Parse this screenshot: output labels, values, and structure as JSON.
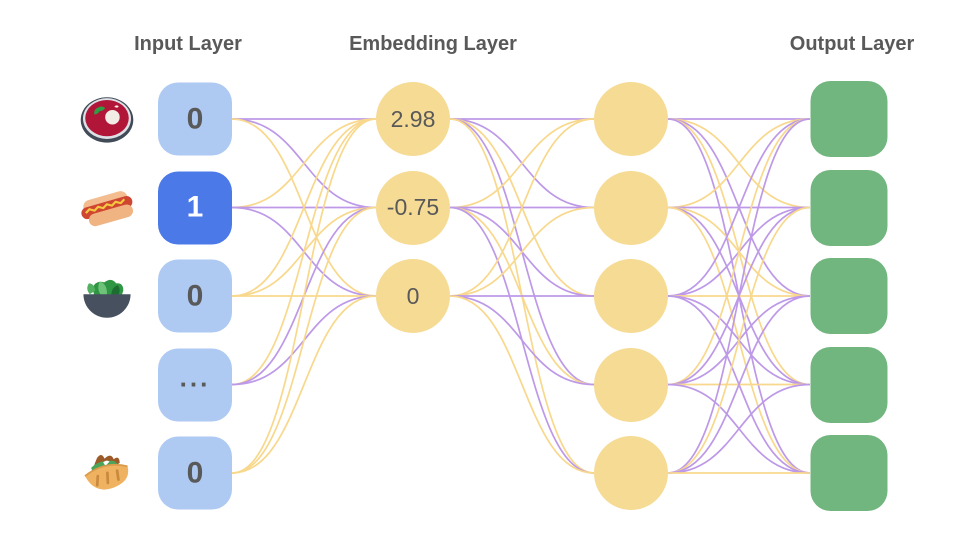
{
  "diagram": {
    "titles": {
      "input": "Input Layer",
      "embedding": "Embedding Layer",
      "output": "Output Layer"
    },
    "input_layer": {
      "nodes": [
        {
          "label": "0",
          "active": false,
          "icon": "borscht-icon"
        },
        {
          "label": "1",
          "active": true,
          "icon": "hotdog-icon"
        },
        {
          "label": "0",
          "active": false,
          "icon": "salad-icon"
        },
        {
          "label": "...",
          "active": false,
          "icon": null
        },
        {
          "label": "0",
          "active": false,
          "icon": "pita-icon"
        }
      ]
    },
    "embedding_layer": {
      "nodes": [
        {
          "label": "2.98"
        },
        {
          "label": "-0.75"
        },
        {
          "label": "0"
        }
      ]
    },
    "hidden_layer": {
      "nodes": [
        {
          "label": ""
        },
        {
          "label": ""
        },
        {
          "label": ""
        },
        {
          "label": ""
        },
        {
          "label": ""
        }
      ]
    },
    "output_layer": {
      "nodes": [
        {
          "label": ""
        },
        {
          "label": ""
        },
        {
          "label": ""
        },
        {
          "label": ""
        },
        {
          "label": ""
        }
      ]
    },
    "colors": {
      "input_node": "#aecaf3",
      "input_node_active": "#4b79e8",
      "embedding_node": "#f6db95",
      "output_node": "#71b67e",
      "edge_purple": "#bd99e8",
      "edge_yellow": "#f8d88c",
      "text": "#595959",
      "active_text": "#ffffff"
    },
    "edges": {
      "input_to_embedding": [
        [
          "p",
          "p",
          "y"
        ],
        [
          "y",
          "p",
          "p"
        ],
        [
          "y",
          "y",
          "y"
        ],
        [
          "y",
          "p",
          "p"
        ],
        [
          "y",
          "y",
          "y"
        ]
      ],
      "embedding_to_hidden": [
        [
          "p",
          "p",
          "y",
          "p",
          "y"
        ],
        [
          "y",
          "p",
          "p",
          "y",
          "p"
        ],
        [
          "y",
          "y",
          "p",
          "p",
          "y"
        ]
      ],
      "hidden_to_output": [
        [
          "p",
          "y",
          "p",
          "y",
          "p"
        ],
        [
          "y",
          "p",
          "y",
          "p",
          "y"
        ],
        [
          "p",
          "p",
          "y",
          "p",
          "p"
        ],
        [
          "y",
          "p",
          "p",
          "y",
          "p"
        ],
        [
          "p",
          "y",
          "p",
          "p",
          "y"
        ]
      ]
    }
  }
}
